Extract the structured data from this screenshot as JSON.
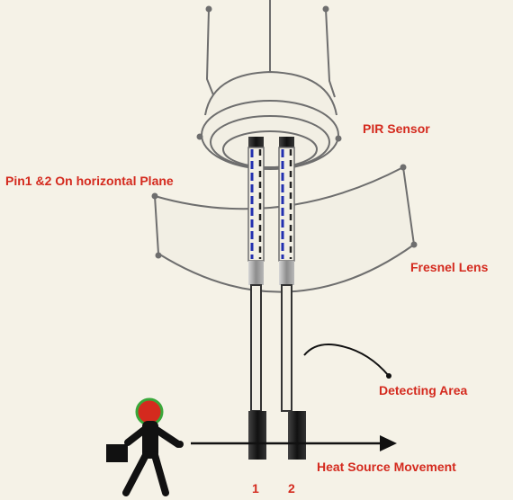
{
  "labels": {
    "pir_sensor": "PIR Sensor",
    "pin_plane": "Pin1 &2 On  horizontal Plane",
    "fresnel_lens": "Fresnel Lens",
    "detecting_area": "Detecting Area",
    "heat_source": "Heat Source Movement",
    "pin1": "1",
    "pin2": "2"
  },
  "colors": {
    "background": "#f5f2e7",
    "label": "#d42a1e",
    "outline": "#6e6e6e",
    "pin_dash_blue": "#2330b0",
    "pin_dash_black": "#222222",
    "head": "#d42a1e",
    "head_ring": "#39a83a",
    "figure": "#111111"
  },
  "icons": {
    "person": "walking-person-with-briefcase-icon",
    "arrow": "right-arrow-icon"
  }
}
